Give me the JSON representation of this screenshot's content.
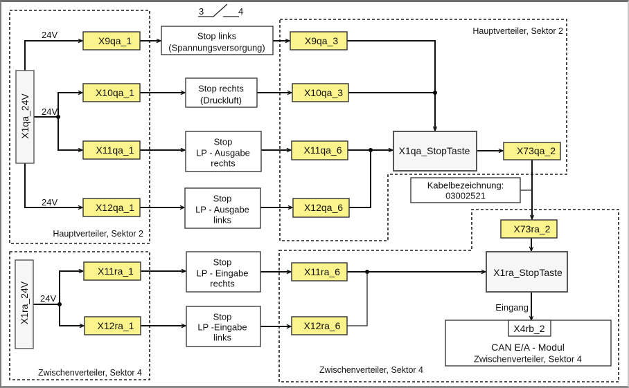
{
  "colors": {
    "terminal_fill": "#fbf38c",
    "controller_fill": "#f6f6f6",
    "wire": "#111111",
    "frame": "#6e6e6e"
  },
  "switch_symbol": {
    "left_contact": "3",
    "right_contact": "4"
  },
  "regions": {
    "main_dist_left": "Hauptverteiler, Sektor 2",
    "main_dist_right": "Hauptverteiler, Sektor 2",
    "inter_dist_left": "Zwischenverteiler, Sektor 4",
    "inter_dist_right": "Zwischenverteiler, Sektor 4"
  },
  "sources": {
    "x1qa": "X1qa_24V",
    "x1ra": "X1ra_24V"
  },
  "voltage_labels": {
    "top": "24V",
    "middle": "24V",
    "bottom": "24V",
    "x1ra": "24V"
  },
  "terminals": {
    "x9qa_1": "X9qa_1",
    "x10qa_1": "X10qa_1",
    "x11qa_1": "X11qa_1",
    "x12qa_1": "X12qa_1",
    "x11ra_1": "X11ra_1",
    "x12ra_1": "X12ra_1",
    "x9qa_3": "X9qa_3",
    "x10qa_3": "X10qa_3",
    "x11qa_6": "X11qa_6",
    "x12qa_6": "X12qa_6",
    "x11ra_6": "X11ra_6",
    "x12ra_6": "X12ra_6",
    "x73qa_2": "X73qa_2",
    "x73ra_2": "X73ra_2"
  },
  "stop_buttons": {
    "stop_links": [
      "Stop links",
      "(Spannungsversorgung)"
    ],
    "stop_rechts": [
      "Stop rechts",
      "(Druckluft)"
    ],
    "lp_ausgabe_rechts": [
      "Stop",
      "LP - Ausgabe",
      "rechts"
    ],
    "lp_ausgabe_links": [
      "Stop",
      "LP - Ausgabe",
      "links"
    ],
    "lp_eingabe_rechts": [
      "Stop",
      "LP - Eingabe",
      "rechts"
    ],
    "lp_eingabe_links": [
      "Stop",
      "LP -Eingabe",
      "links"
    ]
  },
  "controllers": {
    "x1qa": "X1qa_StopTaste",
    "x1ra": "X1ra_StopTaste"
  },
  "cable": {
    "line1": "Kabelbezeichnung:",
    "line2": "03002521"
  },
  "input_label": "Eingang",
  "can_module": {
    "terminal": "X4rb_2",
    "line1": "CAN E/A - Modul",
    "line2": "Zwischenverteiler, Sektor 4"
  }
}
